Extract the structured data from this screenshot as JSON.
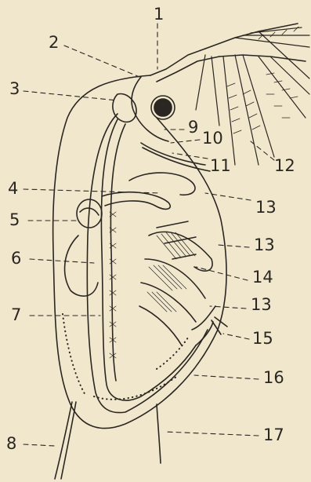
{
  "diagram": {
    "subject": "Daphnia (water flea) anatomy",
    "labels": [
      {
        "id": "1",
        "text": "1"
      },
      {
        "id": "2",
        "text": "2"
      },
      {
        "id": "3",
        "text": "3"
      },
      {
        "id": "4",
        "text": "4"
      },
      {
        "id": "5",
        "text": "5"
      },
      {
        "id": "6",
        "text": "6"
      },
      {
        "id": "7",
        "text": "7"
      },
      {
        "id": "8",
        "text": "8"
      },
      {
        "id": "9",
        "text": "9"
      },
      {
        "id": "10",
        "text": "10"
      },
      {
        "id": "11",
        "text": "11"
      },
      {
        "id": "12",
        "text": "12"
      },
      {
        "id": "13a",
        "text": "13"
      },
      {
        "id": "13b",
        "text": "13"
      },
      {
        "id": "13c",
        "text": "13"
      },
      {
        "id": "14",
        "text": "14"
      },
      {
        "id": "15",
        "text": "15"
      },
      {
        "id": "16",
        "text": "16"
      },
      {
        "id": "17",
        "text": "17"
      }
    ],
    "colors": {
      "paper": "#f1e7cc",
      "ink": "#2a2622"
    }
  }
}
